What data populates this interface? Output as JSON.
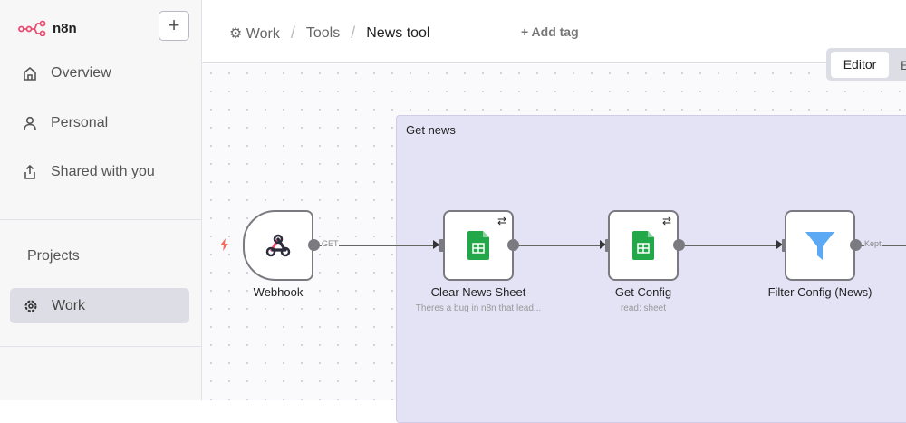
{
  "brand": {
    "name": "n8n",
    "color": "#ea4b71"
  },
  "sidebar": {
    "add_label": "+",
    "items": [
      {
        "label": "Overview",
        "icon": "home-icon"
      },
      {
        "label": "Personal",
        "icon": "user-icon"
      },
      {
        "label": "Shared with you",
        "icon": "share-icon"
      }
    ],
    "projects_heading": "Projects",
    "projects": [
      {
        "label": "Work",
        "icon": "gear-icon",
        "active": true
      }
    ]
  },
  "header": {
    "breadcrumbs": [
      "Work",
      "Tools",
      "News tool"
    ],
    "add_tag": "+ Add tag",
    "tabs": [
      {
        "label": "Editor",
        "active": true
      },
      {
        "label": "E"
      }
    ]
  },
  "canvas": {
    "sticky": {
      "title": "Get news"
    },
    "nodes": [
      {
        "name": "Webhook",
        "icon": "webhook-icon"
      },
      {
        "name": "Clear News Sheet",
        "subtitle": "Theres a bug in n8n that lead...",
        "icon": "google-sheets-icon"
      },
      {
        "name": "Get Config",
        "subtitle": "read: sheet",
        "icon": "google-sheets-icon"
      },
      {
        "name": "Filter Config (News)",
        "icon": "filter-icon"
      }
    ],
    "edges": [
      {
        "label": "GET"
      },
      {
        "label": ""
      },
      {
        "label": ""
      },
      {
        "label": "Kept"
      }
    ]
  }
}
